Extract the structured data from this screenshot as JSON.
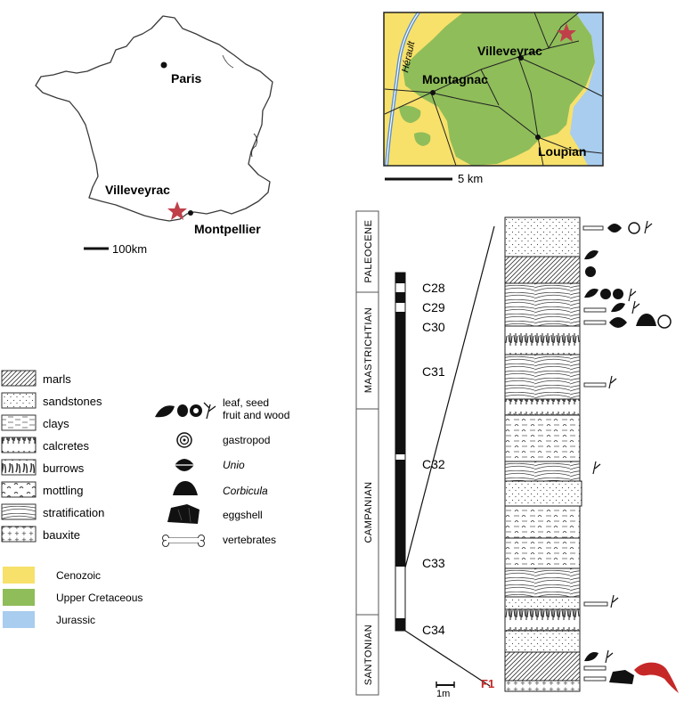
{
  "france_map": {
    "paris": "Paris",
    "villeveyrac": "Villeveyrac",
    "montpellier": "Montpellier",
    "scale": "100km"
  },
  "regional_map": {
    "river": "Hérault",
    "villeveyrac": "Villeveyrac",
    "montagnac": "Montagnac",
    "loupian": "Loupian",
    "scale": "5 km"
  },
  "lithology_legend": [
    {
      "label": "marls",
      "pattern": "marls"
    },
    {
      "label": "sandstones",
      "pattern": "sandstones"
    },
    {
      "label": "clays",
      "pattern": "clays"
    },
    {
      "label": "calcretes",
      "pattern": "calcretes"
    },
    {
      "label": "burrows",
      "pattern": "burrows"
    },
    {
      "label": "mottling",
      "pattern": "mottling"
    },
    {
      "label": "stratification",
      "pattern": "stratification"
    },
    {
      "label": "bauxite",
      "pattern": "bauxite"
    }
  ],
  "fossil_legend": [
    {
      "label": "leaf, seed",
      "label2": "fruit and wood",
      "icon": "leaf-seed-icon",
      "italic": false
    },
    {
      "label": "gastropod",
      "icon": "gastropod-icon",
      "italic": false
    },
    {
      "label": "Unio",
      "icon": "unio-icon",
      "italic": true
    },
    {
      "label": "Corbicula",
      "icon": "corbicula-icon",
      "italic": true
    },
    {
      "label": "eggshell",
      "icon": "eggshell-icon",
      "italic": false
    },
    {
      "label": "vertebrates",
      "icon": "bone-icon",
      "italic": false
    }
  ],
  "geology_legend": [
    {
      "label": "Cenozoic",
      "color": "#f7e16a"
    },
    {
      "label": "Upper Cretaceous",
      "color": "#8fbd5a"
    },
    {
      "label": "Jurassic",
      "color": "#a9cdee"
    }
  ],
  "stages": [
    "PALEOCENE",
    "MAASTRICHTIAN",
    "CAMPANIAN",
    "SANTONIAN"
  ],
  "chrons": [
    "C28",
    "C29",
    "C30",
    "C31",
    "C32",
    "C33",
    "C34"
  ],
  "section": {
    "locality": "F1",
    "scale": "1m"
  },
  "colors": {
    "cenozoic": "#f7e16a",
    "upper_cretaceous": "#8fbd5a",
    "jurassic": "#a9cdee",
    "star": "#c0404a",
    "locality": "#c62828"
  }
}
